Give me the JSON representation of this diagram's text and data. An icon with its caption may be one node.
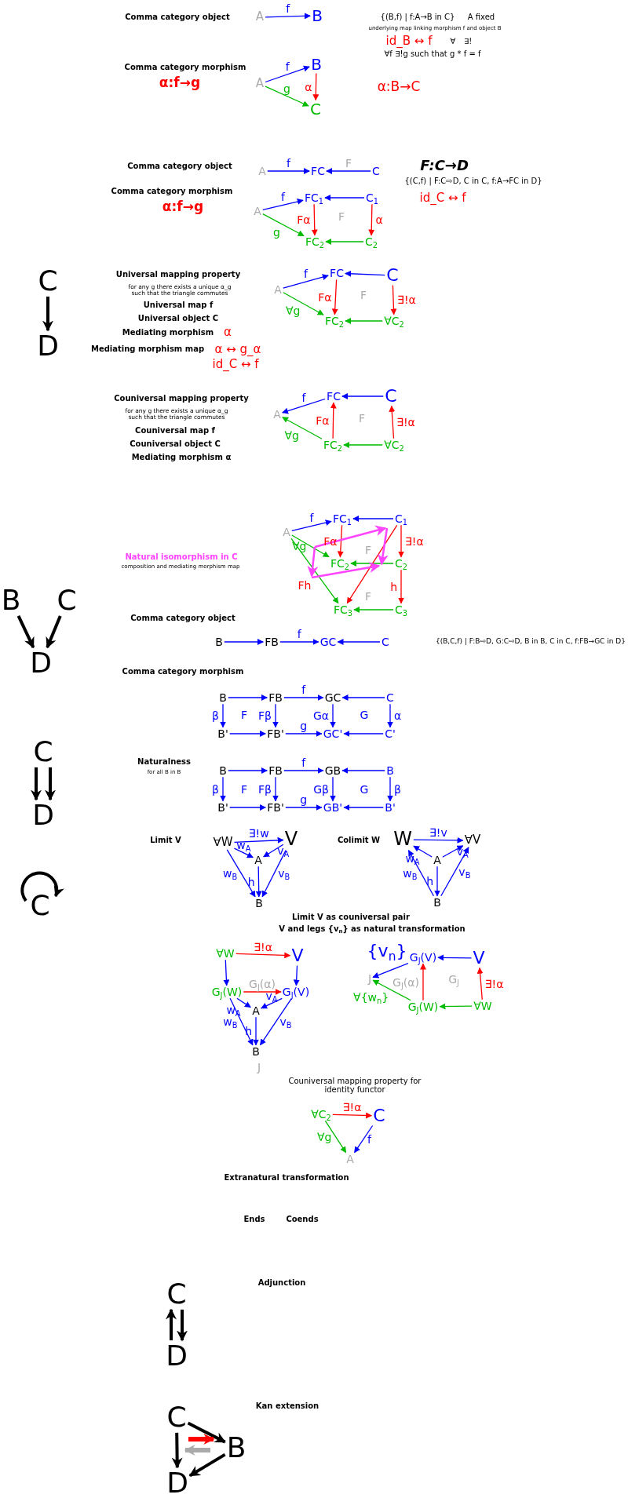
{
  "diagram": {
    "nodes": [
      {
        "text": [
          "A"
        ]
      },
      {
        "text": [
          "B"
        ]
      },
      {
        "text": [
          "A"
        ]
      },
      {
        "text": [
          "B"
        ]
      },
      {
        "text": [
          "C"
        ]
      },
      {
        "text": [
          "A"
        ]
      },
      {
        "text": [
          "FC"
        ]
      },
      {
        "text": [
          "C"
        ]
      },
      {
        "text": [
          "A"
        ]
      },
      {
        "text": [
          "FC$_{1}$"
        ]
      },
      {
        "text": [
          "C$_{1}$"
        ]
      },
      {
        "text": [
          "FC$_{2}$"
        ]
      },
      {
        "text": [
          "C$_{2}$"
        ]
      },
      {
        "text": [
          "C"
        ]
      },
      {
        "text": [
          "D"
        ]
      },
      {
        "text": [
          "A"
        ]
      },
      {
        "text": [
          "FC"
        ]
      },
      {
        "text": [
          "C"
        ]
      },
      {
        "text": [
          "FC$_{2}$"
        ]
      },
      {
        "text": [
          "∀C$_{2}$"
        ]
      },
      {
        "text": [
          "A"
        ]
      },
      {
        "text": [
          "FC"
        ]
      },
      {
        "text": [
          "C"
        ]
      },
      {
        "text": [
          "FC$_{2}$"
        ]
      },
      {
        "text": [
          "∀C$_{2}$"
        ]
      },
      {
        "text": [
          "A"
        ]
      },
      {
        "text": [
          "FC$_{1}$"
        ]
      },
      {
        "text": [
          "C$_{1}$"
        ]
      },
      {
        "text": [
          "FC$_{2}$"
        ]
      },
      {
        "text": [
          "C$_{2}$"
        ]
      },
      {
        "text": [
          "FC$_{3}$"
        ]
      },
      {
        "text": [
          "C$_{3}$"
        ]
      },
      {
        "text": [
          "B"
        ]
      },
      {
        "text": [
          "C"
        ]
      },
      {
        "text": [
          "D"
        ]
      },
      {
        "text": [
          "B"
        ]
      },
      {
        "text": [
          "FB"
        ]
      },
      {
        "text": [
          "GC"
        ]
      },
      {
        "text": [
          "C"
        ]
      },
      {
        "text": [
          "B"
        ]
      },
      {
        "text": [
          "FB"
        ]
      },
      {
        "text": [
          "GC"
        ]
      },
      {
        "text": [
          "C"
        ]
      },
      {
        "text": [
          "B'"
        ]
      },
      {
        "text": [
          "FB'"
        ]
      },
      {
        "text": [
          "GC'"
        ]
      },
      {
        "text": [
          "C'"
        ]
      },
      {
        "text": [
          "C"
        ]
      },
      {
        "text": [
          "D"
        ]
      },
      {
        "text": [
          "B"
        ]
      },
      {
        "text": [
          "FB"
        ]
      },
      {
        "text": [
          "GB"
        ]
      },
      {
        "text": [
          "B"
        ]
      },
      {
        "text": [
          "B'"
        ]
      },
      {
        "text": [
          "FB'"
        ]
      },
      {
        "text": [
          "GB'"
        ]
      },
      {
        "text": [
          "B'"
        ]
      },
      {
        "text": [
          "∀W"
        ]
      },
      {
        "text": [
          "V"
        ]
      },
      {
        "text": [
          "A"
        ]
      },
      {
        "text": [
          "B"
        ]
      },
      {
        "text": [
          "W"
        ]
      },
      {
        "text": [
          "∀V"
        ]
      },
      {
        "text": [
          "A"
        ]
      },
      {
        "text": [
          "B"
        ]
      },
      {
        "text": [
          "C"
        ]
      },
      {
        "text": [
          "∀W"
        ]
      },
      {
        "text": [
          "V"
        ]
      },
      {
        "text": [
          "G$_{J}$(W)"
        ]
      },
      {
        "text": [
          "G$_{J}$(V)"
        ]
      },
      {
        "text": [
          "A"
        ]
      },
      {
        "text": [
          "B"
        ]
      },
      {
        "text": [
          "G$_{J}$(V)"
        ]
      },
      {
        "text": [
          "V"
        ]
      },
      {
        "text": [
          "J"
        ]
      },
      {
        "text": [
          "G$_{J}$(W)"
        ]
      },
      {
        "text": [
          "∀W"
        ]
      },
      {
        "text": [
          "∀C$_{2}$"
        ]
      },
      {
        "text": [
          "C"
        ]
      },
      {
        "text": [
          "A"
        ]
      },
      {
        "text": [
          "C"
        ]
      },
      {
        "text": [
          "D"
        ]
      },
      {
        "text": [
          "C"
        ]
      },
      {
        "text": [
          "B"
        ]
      },
      {
        "text": [
          "D"
        ]
      }
    ],
    "edges": [
      {
        "from": 0,
        "to": 1,
        "arrow": "to",
        "label": "f"
      },
      {
        "from": 2,
        "to": 3,
        "arrow": "to",
        "label": "f"
      },
      {
        "from": 2,
        "to": 4,
        "arrow": "to",
        "label": "g",
        "color": "#00bb00"
      },
      {
        "from": 3,
        "to": 4,
        "arrow": "to",
        "label": "α",
        "color": "#ff0000"
      },
      {
        "from": 5,
        "to": 6,
        "arrow": "to",
        "label": "f"
      },
      {
        "from": 7,
        "to": 6,
        "arrow": "to",
        "label": "F"
      },
      {
        "from": 8,
        "to": 9,
        "arrow": "to",
        "label": "f"
      },
      {
        "from": 8,
        "to": 11,
        "arrow": "to",
        "label": "g",
        "color": "#00bb00"
      },
      {
        "from": 10,
        "to": 9,
        "arrow": "to"
      },
      {
        "from": 9,
        "to": 11,
        "arrow": "to",
        "label": "Fα",
        "color": "#ff0000"
      },
      {
        "from": 10,
        "to": 12,
        "arrow": "to",
        "label": "α",
        "color": "#ff0000"
      },
      {
        "from": 12,
        "to": 11,
        "arrow": "to",
        "color": "#00bb00"
      },
      {
        "from": 13,
        "to": 14,
        "arrow": "to",
        "color": "#000000"
      },
      {
        "from": 15,
        "to": 16,
        "arrow": "to",
        "label": "f"
      },
      {
        "from": 15,
        "to": 18,
        "arrow": "to",
        "label": "∀g",
        "color": "#00bb00"
      },
      {
        "from": 17,
        "to": 16,
        "arrow": "to"
      },
      {
        "from": 16,
        "to": 18,
        "arrow": "to",
        "label": "Fα",
        "color": "#ff0000"
      },
      {
        "from": 17,
        "to": 19,
        "arrow": "to",
        "label": "∃!α",
        "color": "#ff0000"
      },
      {
        "from": 19,
        "to": 18,
        "arrow": "to",
        "color": "#00bb00"
      },
      {
        "from": 21,
        "to": 20,
        "arrow": "to",
        "label": "f"
      },
      {
        "from": 23,
        "to": 20,
        "arrow": "to",
        "label": "∀g",
        "color": "#00bb00"
      },
      {
        "from": 22,
        "to": 21,
        "arrow": "to"
      },
      {
        "from": 23,
        "to": 21,
        "arrow": "to",
        "label": "Fα",
        "color": "#ff0000"
      },
      {
        "from": 24,
        "to": 22,
        "arrow": "to",
        "label": "∃!α",
        "color": "#ff0000"
      },
      {
        "from": 24,
        "to": 23,
        "arrow": "to",
        "color": "#00bb00"
      },
      {
        "from": 25,
        "to": 26,
        "arrow": "to",
        "label": "f"
      },
      {
        "from": 25,
        "to": 28,
        "arrow": "to",
        "label": "∀g",
        "color": "#00bb00"
      },
      {
        "from": 25,
        "to": 30,
        "arrow": "to",
        "color": "#00bb00"
      },
      {
        "from": 27,
        "to": 26,
        "arrow": "to"
      },
      {
        "from": 26,
        "to": 28,
        "arrow": "to",
        "label": "Fα",
        "color": "#ff0000"
      },
      {
        "from": 27,
        "to": 29,
        "arrow": "to",
        "label": "∃!α",
        "color": "#ff0000"
      },
      {
        "from": 29,
        "to": 28,
        "arrow": "to",
        "color": "#00bb00"
      },
      {
        "from": 29,
        "to": 31,
        "arrow": "to",
        "label": "h",
        "color": "#ff0000"
      },
      {
        "from": 31,
        "to": 30,
        "arrow": "to",
        "color": "#00bb00"
      },
      {
        "from": 27,
        "to": 30,
        "arrow": "to",
        "color": "#ff0000"
      },
      {
        "from": 32,
        "to": 34,
        "arrow": "to",
        "color": "#000000"
      },
      {
        "from": 33,
        "to": 34,
        "arrow": "to",
        "color": "#000000"
      },
      {
        "from": 35,
        "to": 36,
        "arrow": "to"
      },
      {
        "from": 36,
        "to": 37,
        "arrow": "to",
        "label": "f"
      },
      {
        "from": 38,
        "to": 37,
        "arrow": "to"
      },
      {
        "from": 39,
        "to": 40,
        "arrow": "to"
      },
      {
        "from": 40,
        "to": 41,
        "arrow": "to",
        "label": "f"
      },
      {
        "from": 42,
        "to": 41,
        "arrow": "to"
      },
      {
        "from": 39,
        "to": 43,
        "arrow": "to",
        "label": "β"
      },
      {
        "from": 40,
        "to": 44,
        "arrow": "to",
        "label": "Fβ"
      },
      {
        "from": 41,
        "to": 45,
        "arrow": "to",
        "label": "Gα"
      },
      {
        "from": 42,
        "to": 46,
        "arrow": "to",
        "label": "α"
      },
      {
        "from": 43,
        "to": 44,
        "arrow": "to"
      },
      {
        "from": 44,
        "to": 45,
        "arrow": "to",
        "label": "g"
      },
      {
        "from": 46,
        "to": 45,
        "arrow": "to"
      },
      {
        "from": 47,
        "to": 48,
        "arrow": "to",
        "color": "#000000"
      },
      {
        "from": 47,
        "to": 48,
        "arrow": "to",
        "color": "#000000"
      },
      {
        "from": 49,
        "to": 50,
        "arrow": "to"
      },
      {
        "from": 50,
        "to": 51,
        "arrow": "to",
        "label": "f"
      },
      {
        "from": 52,
        "to": 51,
        "arrow": "to"
      },
      {
        "from": 49,
        "to": 53,
        "arrow": "to",
        "label": "β"
      },
      {
        "from": 50,
        "to": 54,
        "arrow": "to",
        "label": "Fβ"
      },
      {
        "from": 51,
        "to": 55,
        "arrow": "to",
        "label": "Gβ"
      },
      {
        "from": 52,
        "to": 56,
        "arrow": "to",
        "label": "β"
      },
      {
        "from": 53,
        "to": 54,
        "arrow": "to"
      },
      {
        "from": 54,
        "to": 55,
        "arrow": "to",
        "label": "g"
      },
      {
        "from": 56,
        "to": 55,
        "arrow": "to"
      },
      {
        "from": 57,
        "to": 58,
        "arrow": "to",
        "label": "∃!w"
      },
      {
        "from": 57,
        "to": 59,
        "arrow": "to",
        "label": "w$_{A}$"
      },
      {
        "from": 58,
        "to": 59,
        "arrow": "to",
        "label": "v$_{A}$"
      },
      {
        "from": 57,
        "to": 60,
        "arrow": "to",
        "label": "w$_{B}$"
      },
      {
        "from": 58,
        "to": 60,
        "arrow": "to",
        "label": "v$_{B}$"
      },
      {
        "from": 59,
        "to": 60,
        "arrow": "to",
        "label": "h"
      },
      {
        "from": 61,
        "to": 62,
        "arrow": "to",
        "label": "∃!v"
      },
      {
        "from": 63,
        "to": 61,
        "arrow": "to",
        "label": "w$_{A}$"
      },
      {
        "from": 63,
        "to": 62,
        "arrow": "to",
        "label": "v$_{A}$"
      },
      {
        "from": 64,
        "to": 61,
        "arrow": "to",
        "label": "w$_{B}$"
      },
      {
        "from": 64,
        "to": 62,
        "arrow": "to",
        "label": "v$_{B}$"
      },
      {
        "from": 63,
        "to": 64,
        "arrow": "to",
        "label": "h"
      },
      {
        "from": 65,
        "to": 65,
        "arrow": "to",
        "color": "#000000"
      },
      {
        "from": 66,
        "to": 67,
        "arrow": "to",
        "label": "∃!α",
        "color": "#ff0000"
      },
      {
        "from": 66,
        "to": 68,
        "arrow": "to"
      },
      {
        "from": 67,
        "to": 69,
        "arrow": "to"
      },
      {
        "from": 68,
        "to": 69,
        "arrow": "to",
        "label": "G$_{J}$(α)",
        "color": "#ff0000"
      },
      {
        "from": 68,
        "to": 70,
        "arrow": "to",
        "label": "w$_{A}$"
      },
      {
        "from": 69,
        "to": 70,
        "arrow": "to",
        "label": "v$_{A}$"
      },
      {
        "from": 68,
        "to": 71,
        "arrow": "to",
        "label": "w$_{B}$"
      },
      {
        "from": 69,
        "to": 71,
        "arrow": "to",
        "label": "v$_{B}$"
      },
      {
        "from": 70,
        "to": 71,
        "arrow": "to",
        "label": "h"
      },
      {
        "from": 73,
        "to": 72,
        "arrow": "to"
      },
      {
        "from": 72,
        "to": 74,
        "arrow": "to"
      },
      {
        "from": 75,
        "to": 74,
        "arrow": "to",
        "label": "∀{w$_{n}$}",
        "color": "#00bb00"
      },
      {
        "from": 75,
        "to": 72,
        "arrow": "to",
        "label": "G$_{J}$(α)",
        "color": "#ff0000"
      },
      {
        "from": 76,
        "to": 73,
        "arrow": "to",
        "label": "∃!α",
        "color": "#ff0000"
      },
      {
        "from": 76,
        "to": 75,
        "arrow": "to",
        "color": "#00bb00"
      },
      {
        "from": 77,
        "to": 78,
        "arrow": "to",
        "label": "∃!α",
        "color": "#ff0000"
      },
      {
        "from": 77,
        "to": 79,
        "arrow": "to",
        "label": "∀g",
        "color": "#00bb00"
      },
      {
        "from": 78,
        "to": 79,
        "arrow": "to",
        "label": "f"
      },
      {
        "from": 80,
        "to": 81,
        "arrow": "to",
        "color": "#000000"
      },
      {
        "from": 81,
        "to": 80,
        "arrow": "to",
        "color": "#000000"
      },
      {
        "from": 82,
        "to": 83,
        "arrow": "to",
        "color": "#000000"
      },
      {
        "from": 82,
        "to": 84,
        "arrow": "to",
        "color": "#000000"
      },
      {
        "from": 83,
        "to": 84,
        "arrow": "to",
        "color": "#000000"
      }
    ],
    "labels": [
      "Comma category object",
      "{(B,f) | f:A→B in C}",
      "A fixed",
      "underlying map linking morphism f and object B",
      "id_B ↔ f",
      "∀",
      "∃!",
      "∀f ∃!g such that g * f = f",
      "Comma category morphism",
      "α:f→g",
      "α:B→C",
      "Comma category object",
      "F:C→D",
      "{(C,f) | F:C⇨D, C in C, f:A→FC in D}",
      "id_C ↔ f",
      "Comma category morphism",
      "α:f→g",
      "F",
      "Universal mapping property",
      "for any g there exists a unique α_g such that the triangle commutes",
      "Universal map f",
      "Universal object C",
      "Mediating morphism",
      "α",
      "Mediating morphism map",
      "α ↔ g_α",
      "id_C ↔ f",
      "F",
      "Couniversal mapping property",
      "for any g there exists a unique α_g such that the triangle commutes",
      "Couniversal map f",
      "Couniversal object C",
      "Mediating morphism α",
      "F",
      "F",
      "Fh",
      "F",
      "Natural isomorphism in C",
      "composition and mediating morphism map",
      "Comma category object",
      "{(B,C,f) | F:B⇨D, G:C⇨D, B in B, C in C, f:FB→GC in D}",
      "Comma category morphism",
      "F",
      "G",
      "Naturalness",
      "for all B in B",
      "F",
      "G",
      "Limit V",
      "Colimit W",
      "Limit V as couniversal pair",
      "V and legs {v$_{n}$} as natural transformation",
      "J",
      "{v$_{n}$}",
      "G$_{J}$",
      "Couniversal mapping property for identity functor",
      "Extranatural transformation",
      "Ends",
      "Coends",
      "Adjunction",
      "Kan extension"
    ]
  }
}
